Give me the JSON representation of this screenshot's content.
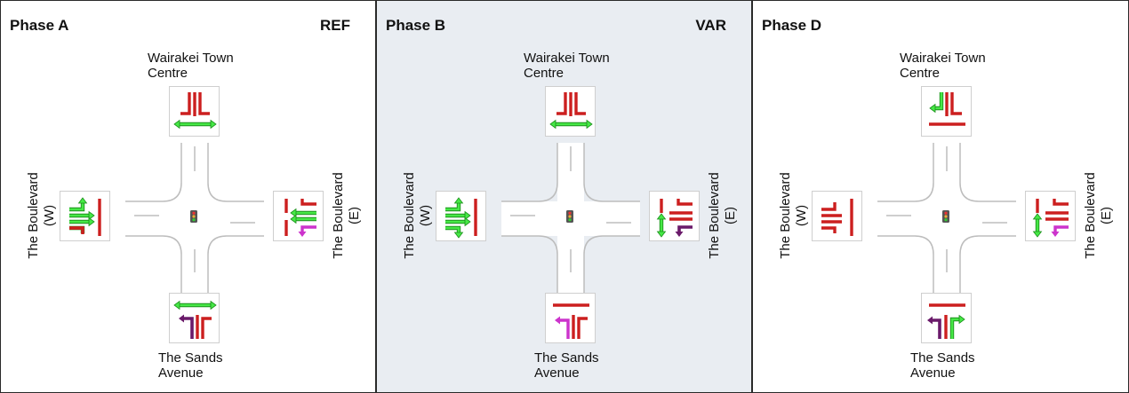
{
  "colors": {
    "stop": "#cc1f1f",
    "go": "#22cc22",
    "pedestrian": "#33dd33",
    "filter": "#cc33cc",
    "early_cutoff": "#6a1a6a",
    "road_fill": "#ffffff",
    "road_edge": "#bdbdbd",
    "var_panel": "#e9edf2"
  },
  "phases": [
    {
      "title": "Phase A",
      "tag": "REF",
      "north_label_line1": "Wairakei Town",
      "north_label_line2": "Centre",
      "south_label_line1": "The Sands",
      "south_label_line2": "Avenue",
      "west_label_line1": "The Boulevard",
      "west_label_line2": "(W)",
      "east_label_line1": "The Boulevard",
      "east_label_line2": "(E)",
      "north_icon": "north-approach-stop-with-pedestrian-crossing-icon",
      "south_icon": "south-approach-stop-with-pedestrian-crossing-icon",
      "west_icon": "west-approach-green-movements-icon",
      "east_icon": "east-approach-green-through-with-turn-icon"
    },
    {
      "title": "Phase B",
      "tag": "VAR",
      "north_label_line1": "Wairakei Town",
      "north_label_line2": "Centre",
      "south_label_line1": "The Sands",
      "south_label_line2": "Avenue",
      "west_label_line1": "The Boulevard",
      "west_label_line2": "(W)",
      "east_label_line1": "The Boulevard",
      "east_label_line2": "(E)",
      "north_icon": "north-approach-stop-with-pedestrian-crossing-icon",
      "south_icon": "south-approach-stop-with-filter-turn-icon",
      "west_icon": "west-approach-green-movements-icon",
      "east_icon": "east-approach-stop-with-pedestrian-icon"
    },
    {
      "title": "Phase D",
      "tag": "",
      "north_label_line1": "Wairakei Town",
      "north_label_line2": "Centre",
      "south_label_line1": "The Sands",
      "south_label_line2": "Avenue",
      "west_label_line1": "The Boulevard",
      "west_label_line2": "(W)",
      "east_label_line1": "The Boulevard",
      "east_label_line2": "(E)",
      "north_icon": "north-approach-green-turn-icon",
      "south_icon": "south-approach-green-turn-icon",
      "west_icon": "west-approach-stop-icon",
      "east_icon": "east-approach-stop-with-pedestrian-icon"
    }
  ]
}
